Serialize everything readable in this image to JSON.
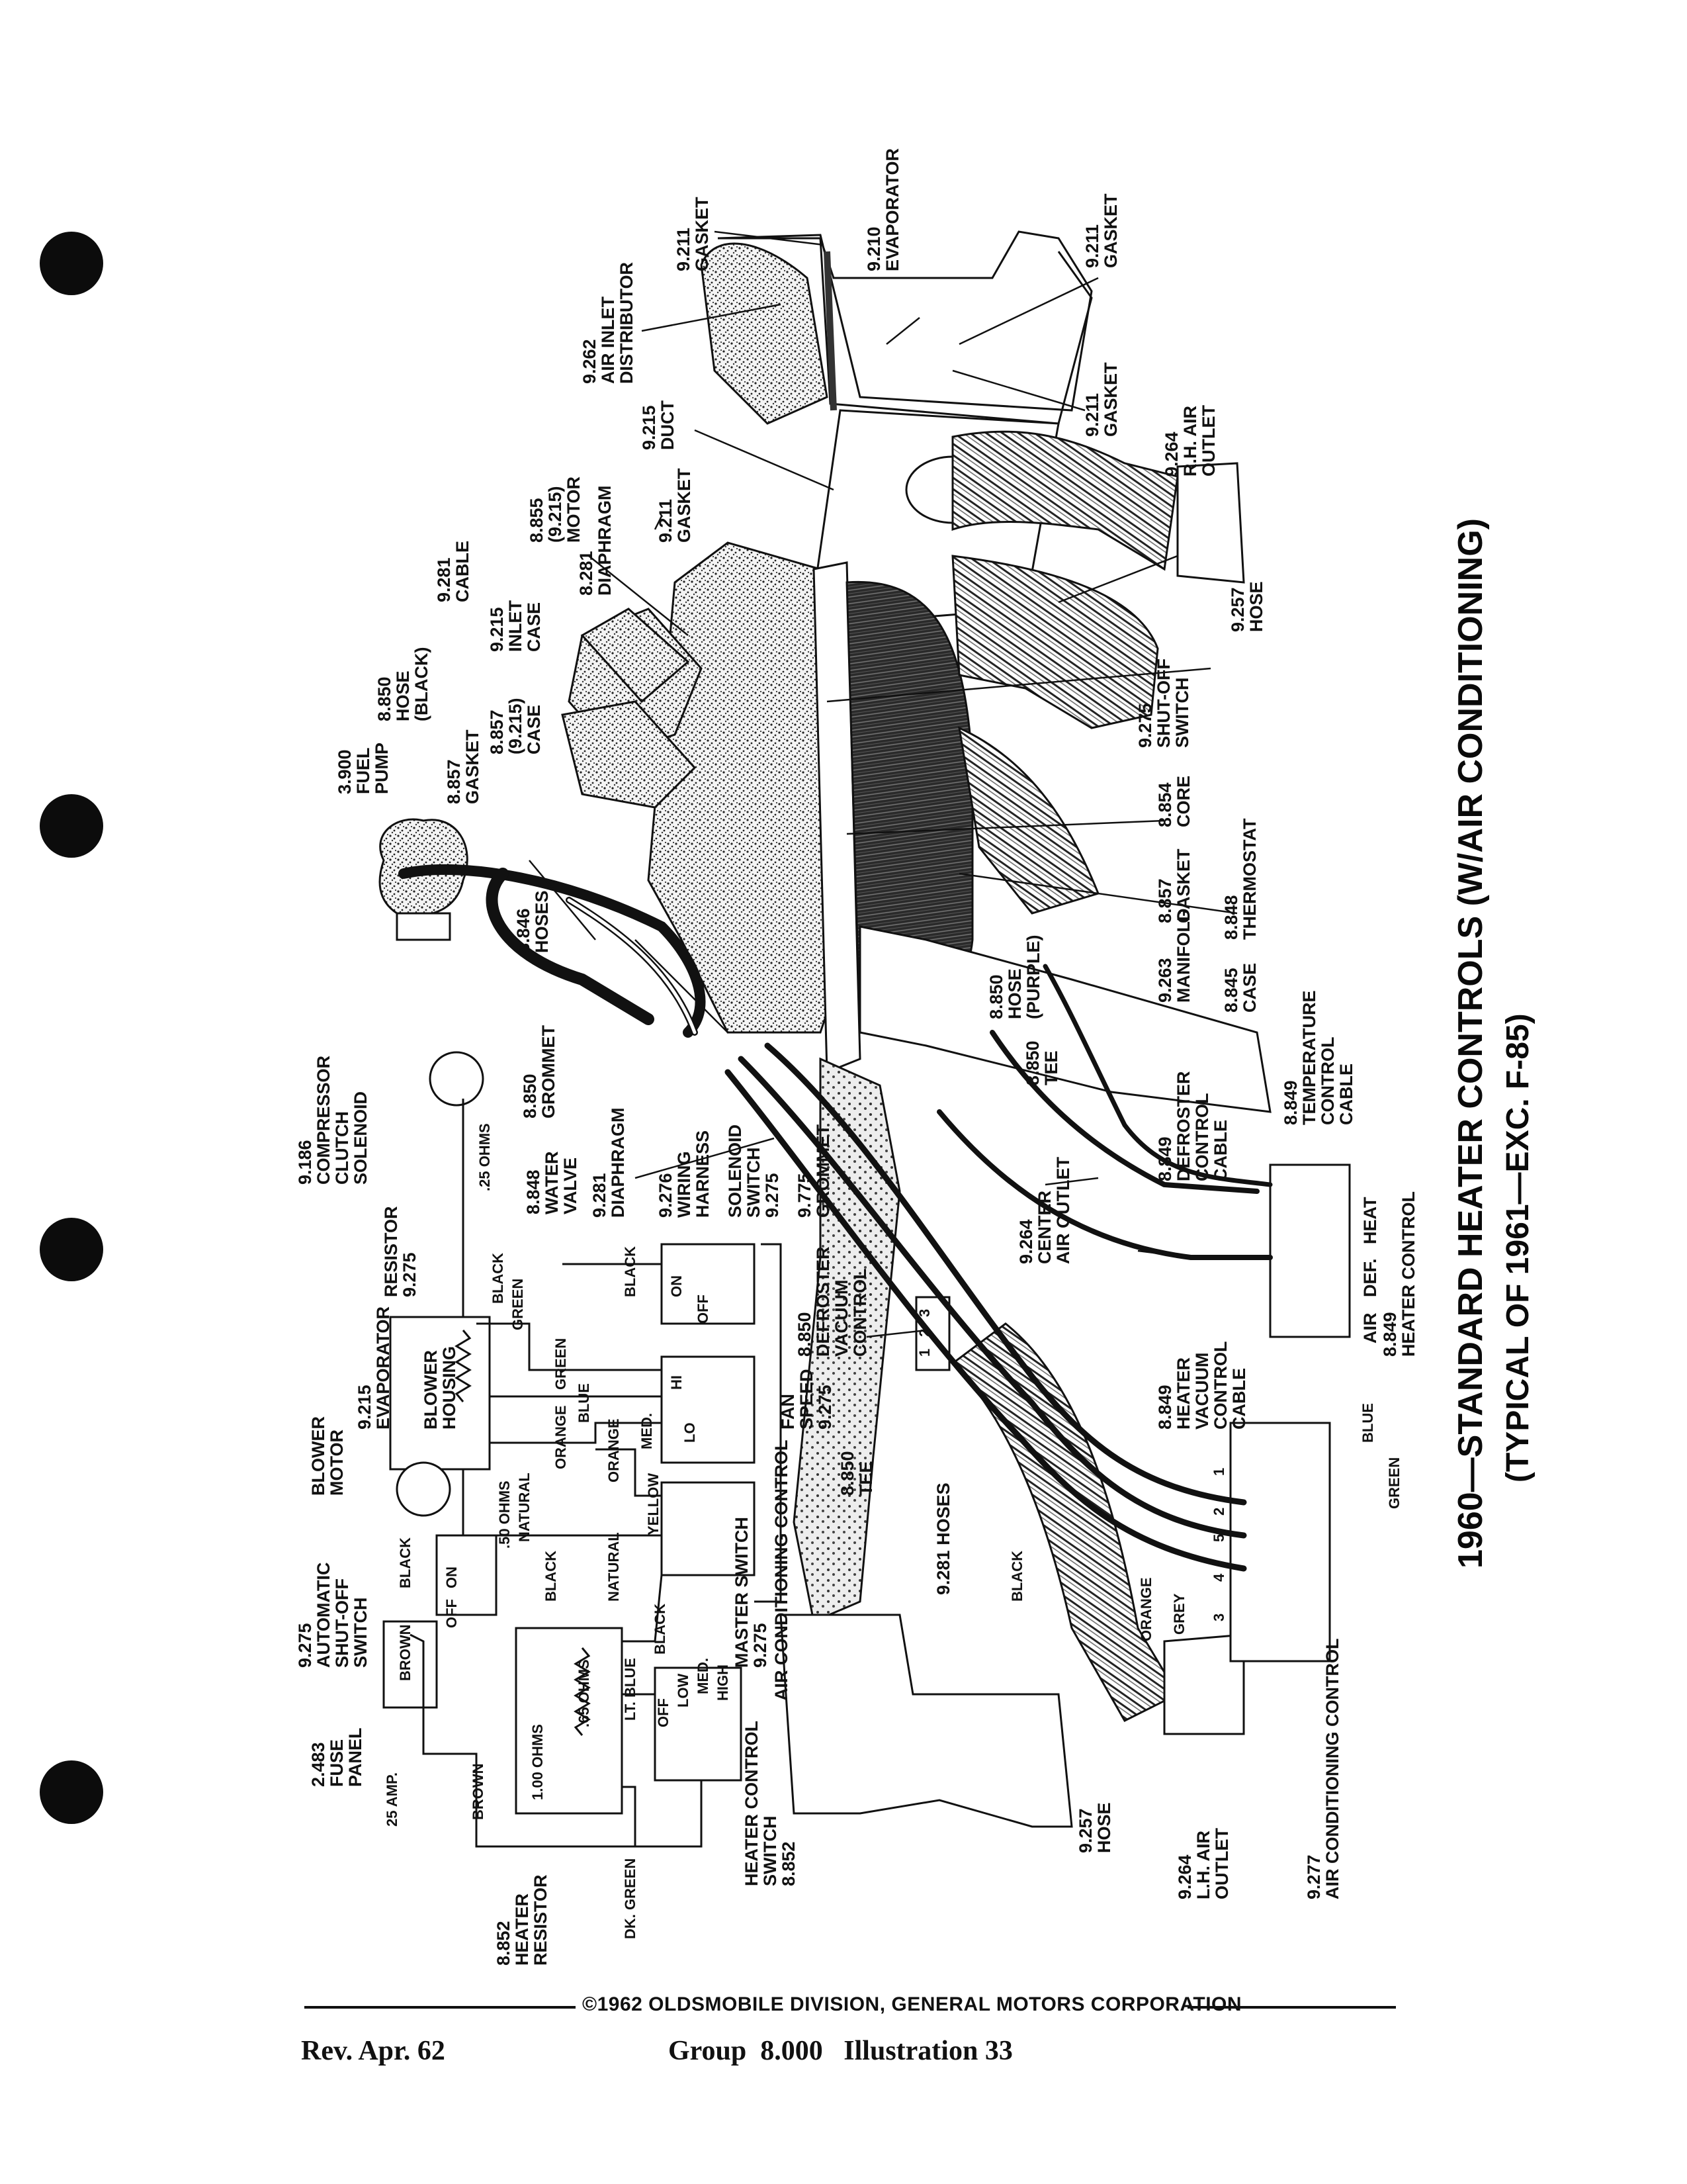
{
  "title": "1960—STANDARD HEATER CONTROLS (W/AIR CONDITIONING)",
  "subtitle": "(TYPICAL OF 1961—EXC. F-85)",
  "footer": {
    "copyright": "©1962 OLDSMOBILE DIVISION, GENERAL MOTORS CORPORATION",
    "revision": "Rev. Apr. 62",
    "group_label": "Group",
    "group_number": "8.000",
    "illustration_label": "Illustration",
    "illustration_number": "33"
  },
  "callouts": {
    "gasket_9211_a": [
      "9.211",
      "GASKET"
    ],
    "evaporator_9210": [
      "9.210",
      "EVAPORATOR"
    ],
    "gasket_9211_b": [
      "9.211",
      "GASKET"
    ],
    "air_inlet_distributor": [
      "9.262",
      "AIR INLET",
      "DISTRIBUTOR"
    ],
    "duct_9215": [
      "9.215",
      "DUCT"
    ],
    "gasket_9211_c": [
      "9.211",
      "GASKET"
    ],
    "rh_air_outlet": [
      "9.264",
      "R.H. AIR",
      "OUTLET"
    ],
    "motor_8855": [
      "8.855",
      "(9.215)",
      "MOTOR"
    ],
    "diaphragm_8281": [
      "8.281",
      "DIAPHRAGM"
    ],
    "gasket_9211_d": [
      "9.211",
      "GASKET"
    ],
    "hose_9257_a": [
      "9.257",
      "HOSE"
    ],
    "cable_9281": [
      "9.281",
      "CABLE"
    ],
    "inlet_case": [
      "9.215",
      "INLET",
      "CASE"
    ],
    "hose_black": [
      "8.850",
      "HOSE",
      "(BLACK)"
    ],
    "case_8857": [
      "8.857",
      "(9.215)",
      "CASE"
    ],
    "shutoff_switch_9275": [
      "9.275",
      "SHUT-OFF",
      "SWITCH"
    ],
    "fuel_pump": [
      "3.900",
      "FUEL",
      "PUMP"
    ],
    "gasket_8857_a": [
      "8.857",
      "GASKET"
    ],
    "core_8854": [
      "8.854",
      "CORE"
    ],
    "gasket_8857_b": [
      "8.857",
      "GASKET"
    ],
    "thermostat": [
      "8.848",
      "THERMOSTAT"
    ],
    "hoses_8846": [
      "8.846",
      "HOSES"
    ],
    "manifold": [
      "9.263",
      "MANIFOLD"
    ],
    "case_8845": [
      "8.845",
      "CASE"
    ],
    "hose_purple": [
      "8.850",
      "HOSE",
      "(PURPLE)"
    ],
    "compressor_clutch": [
      "9.186",
      "COMPRESSOR",
      "CLUTCH",
      "SOLENOID"
    ],
    "grommet_8850": [
      "8.850",
      "GROMMET"
    ],
    "tee_8850_a": [
      "8.850",
      "TEE"
    ],
    "water_valve": [
      "8.848",
      "WATER",
      "VALVE"
    ],
    "diaphragm_9281": [
      "9.281",
      "DIAPHRAGM"
    ],
    "wiring_harness": [
      "9.276",
      "WIRING",
      "HARNESS"
    ],
    "solenoid_switch": [
      "SOLENOID",
      "SWITCH",
      "9.275"
    ],
    "grommet_9775": [
      "9.775",
      "GROMMET"
    ],
    "defroster_control_cable": [
      "8.849",
      "DEFROSTER",
      "CONTROL",
      "CABLE"
    ],
    "temperature_control_cable": [
      "8.849",
      "TEMPERATURE",
      "CONTROL",
      "CABLE"
    ],
    "center_air_outlet": [
      "9.264",
      "CENTER",
      "AIR OUTLET"
    ],
    "defroster_vacuum_control": [
      "8.850",
      "DEFROSTER",
      "VACUUM",
      "CONTROL"
    ],
    "fan_speed": [
      "FAN",
      "SPEED",
      "9.275"
    ],
    "heater_vacuum_control": [
      "8.849",
      "HEATER",
      "VACUUM",
      "CONTROL",
      "CABLE"
    ],
    "heater_control": [
      "8.849",
      "HEATER CONTROL"
    ],
    "air_def_heat": [
      "AIR",
      "DEF.",
      "HEAT"
    ],
    "resistor_9275": [
      "RESISTOR",
      "9.275"
    ],
    "blower_housing": [
      "BLOWER",
      "HOUSING"
    ],
    "evaporator_9215": [
      "9.215",
      "EVAPORATOR"
    ],
    "blower_motor": [
      "BLOWER",
      "MOTOR"
    ],
    "auto_shutoff": [
      "9.275",
      "AUTOMATIC",
      "SHUT-OFF",
      "SWITCH"
    ],
    "fuse_panel": [
      "2.483",
      "FUSE",
      "PANEL"
    ],
    "tee_8850_b": [
      "8.850",
      "TEE"
    ],
    "hoses_9281": [
      "9.281 HOSES"
    ],
    "master_switch": [
      "MASTER SWITCH",
      "9.275"
    ],
    "ac_control_wiring": [
      "AIR CONDITIONING CONTROL"
    ],
    "heater_resistor": [
      "8.852",
      "HEATER",
      "RESISTOR"
    ],
    "heater_control_switch": [
      "HEATER CONTROL",
      "SWITCH",
      "8.852"
    ],
    "hose_9257_b": [
      "9.257",
      "HOSE"
    ],
    "lh_air_outlet": [
      "9.264",
      "L.H. AIR",
      "OUTLET"
    ],
    "ac_control_9277": [
      "9.277",
      "AIR CONDITIONING CONTROL"
    ]
  },
  "wiring": {
    "wire_colors": [
      "BLACK",
      "GREEN",
      "GREEN",
      "BLACK",
      "BLUE",
      "ORANGE",
      "ORANGE",
      "YELLOW",
      "NATURAL",
      "NATURAL",
      "BLACK",
      "BLACK",
      "LT. BLUE",
      "BROWN",
      "BROWN",
      "DK. GREEN",
      "BLACK"
    ],
    "resistances": [
      ".25 OHMS",
      ".50 OHMS",
      ".65 OHMS",
      "1.00 OHMS"
    ],
    "fuse": "25 AMP.",
    "switch_positions": [
      "ON",
      "OFF",
      "HI",
      "MED.",
      "LO",
      "ON",
      "OFF",
      "OFF",
      "LOW",
      "MED.",
      "HIGH"
    ]
  },
  "connector": {
    "terminals": [
      "1",
      "2",
      "5",
      "4",
      "3"
    ],
    "lead_colors": [
      "BLUE",
      "GREEN",
      "BLACK",
      "ORANGE",
      "GREY"
    ],
    "plug_numbers": [
      "3",
      "2",
      "1"
    ]
  }
}
